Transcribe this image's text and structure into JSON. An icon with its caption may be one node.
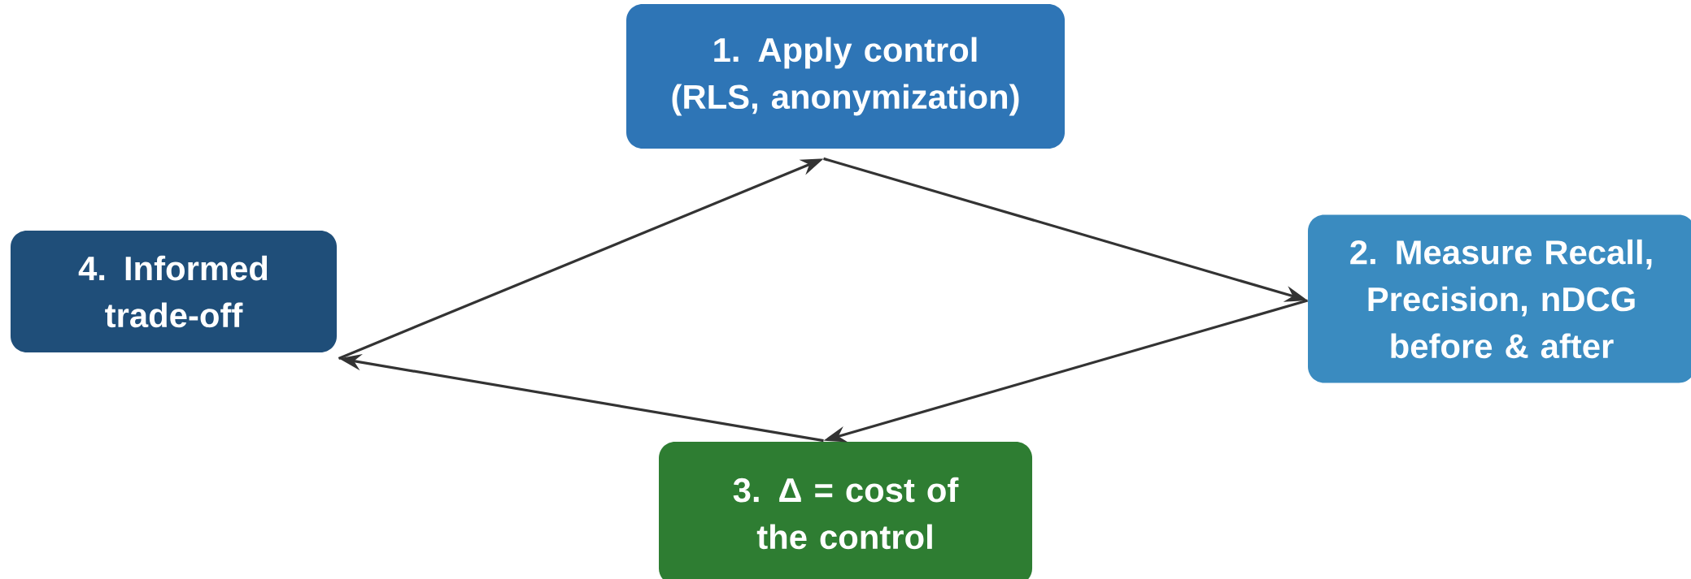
{
  "diagram": {
    "nodes": [
      {
        "text": [
          "1. Apply control (RLS, anonymization)"
        ]
      },
      {
        "text": [
          "2. Measure Recall, Precision, nDCG before & after"
        ]
      },
      {
        "text": [
          "3. Δ = cost of the control"
        ]
      },
      {
        "text": [
          "4. Informed trade-off"
        ]
      }
    ],
    "edges": [
      {
        "from": 3,
        "to": 0,
        "arrow": "to"
      },
      {
        "from": 0,
        "to": 1,
        "arrow": "to"
      },
      {
        "from": 1,
        "to": 2,
        "arrow": "to"
      },
      {
        "from": 2,
        "to": 3,
        "arrow": "to"
      }
    ]
  }
}
